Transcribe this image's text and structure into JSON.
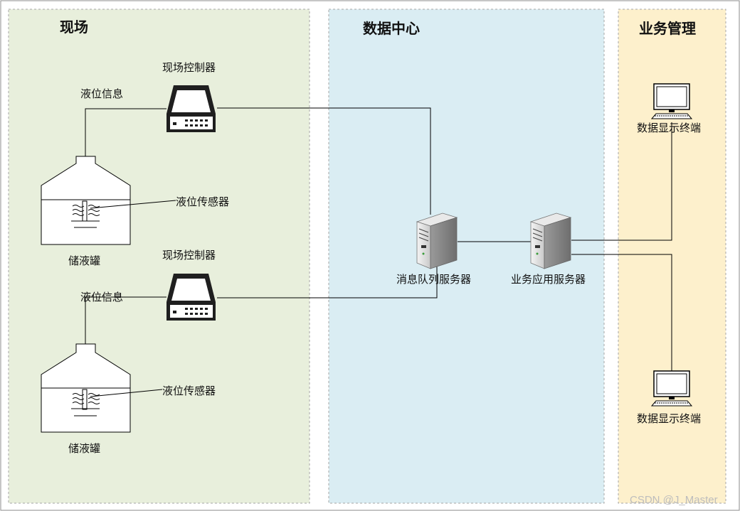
{
  "zones": {
    "field": "现场",
    "datacenter": "数据中心",
    "business": "业务管理"
  },
  "field_units": [
    {
      "controller_label": "现场控制器",
      "level_info_label": "液位信息",
      "sensor_label": "液位传感器",
      "tank_label": "储液罐"
    },
    {
      "controller_label": "现场控制器",
      "level_info_label": "液位信息",
      "sensor_label": "液位传感器",
      "tank_label": "储液罐"
    }
  ],
  "servers": {
    "mq": "消息队列服务器",
    "app": "业务应用服务器"
  },
  "terminals": [
    "数据显示终端",
    "数据显示终端"
  ],
  "watermark": "CSDN @J_Master",
  "colors": {
    "field_bg": "#e8efdc",
    "datacenter_bg": "#daedf3",
    "business_bg": "#fdf0cc",
    "zone_border": "#a6a6a6",
    "line": "#000000"
  }
}
